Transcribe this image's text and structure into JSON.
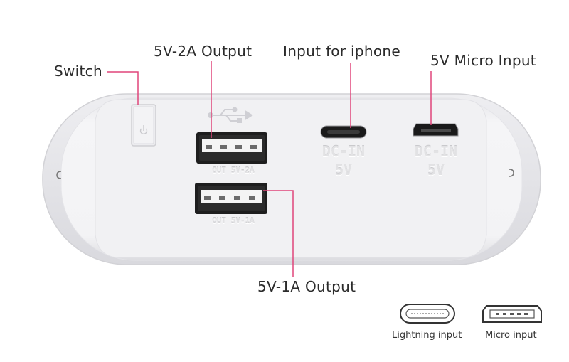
{
  "colors": {
    "leader_line": "#e0457a",
    "device_body": "#f2f2f4",
    "port_dark": "#2a2a2a"
  },
  "labels": {
    "switch": "Switch",
    "out_2a": "5V-2A Output",
    "input_iphone": "Input for iphone",
    "micro_input": "5V Micro Input",
    "out_1a": "5V-1A Output"
  },
  "panel": {
    "out_2a_mark": "OUT 5V-2A",
    "out_1a_mark": "OUT 5V-1A",
    "dcin_lightning_line1": "DC-IN",
    "dcin_lightning_line2": "5V",
    "dcin_micro_line1": "DC-IN",
    "dcin_micro_line2": "5V"
  },
  "legend": {
    "lightning": "Lightning input",
    "micro": "Micro input"
  },
  "icons": {
    "power": "power-icon",
    "usb": "usb-icon",
    "lightning_connector": "lightning-connector-icon",
    "micro_connector": "micro-usb-connector-icon"
  }
}
